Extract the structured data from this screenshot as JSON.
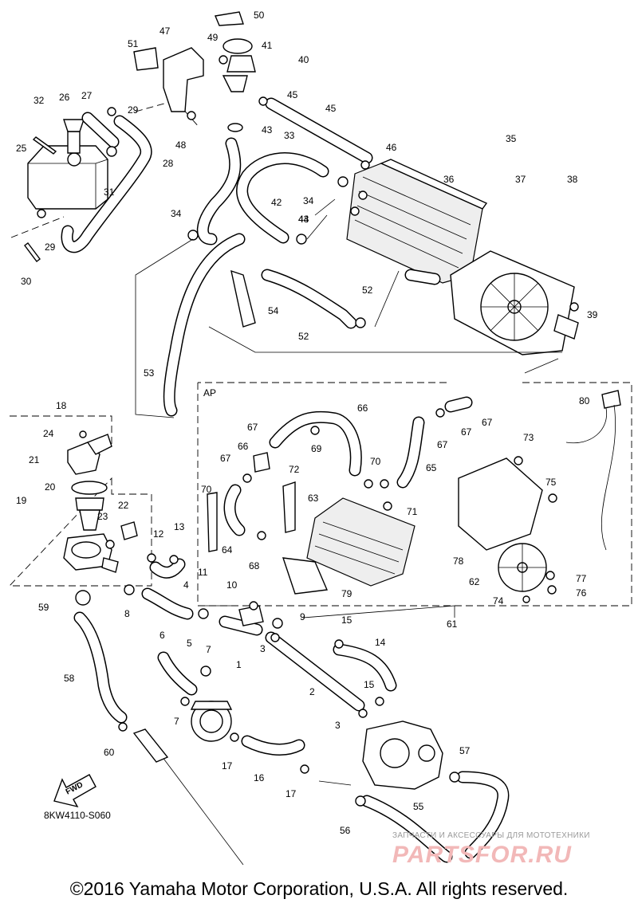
{
  "diagram": {
    "drawing_code": "8KW4110-S060",
    "group_label": "AP",
    "forward_label": "FWD",
    "copyright": "©2016 Yamaha Motor Corporation, U.S.A. All rights reserved.",
    "watermark_tagline": "ЗАПЧАСТИ И АКСЕССУАРЫ ДЛЯ МОТОТЕХНИКИ",
    "watermark_brand": "PARTSFOR.RU",
    "callouts": [
      "1",
      "2",
      "3",
      "3",
      "4",
      "5",
      "6",
      "7",
      "7",
      "8",
      "9",
      "10",
      "11",
      "12",
      "13",
      "14",
      "15",
      "15",
      "16",
      "17",
      "17",
      "18",
      "19",
      "20",
      "21",
      "22",
      "23",
      "24",
      "25",
      "26",
      "27",
      "28",
      "29",
      "29",
      "30",
      "31",
      "32",
      "33",
      "34",
      "34",
      "35",
      "36",
      "37",
      "38",
      "39",
      "40",
      "41",
      "42",
      "43",
      "43",
      "44",
      "45",
      "45",
      "46",
      "47",
      "48",
      "49",
      "50",
      "51",
      "52",
      "52",
      "53",
      "54",
      "55",
      "56",
      "57",
      "58",
      "59",
      "60",
      "61",
      "62",
      "63",
      "64",
      "65",
      "66",
      "66",
      "67",
      "67",
      "67",
      "67",
      "67",
      "68",
      "69",
      "70",
      "70",
      "71",
      "72",
      "73",
      "74",
      "75",
      "76",
      "77",
      "78",
      "79",
      "80"
    ]
  }
}
